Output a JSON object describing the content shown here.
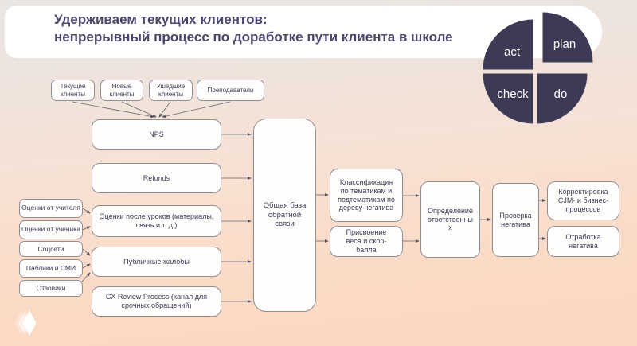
{
  "slide": {
    "title_line1": "Удерживаем текущих клиентов:",
    "title_line2": "непрерывный процесс по доработке пути клиента в школе"
  },
  "pdca": {
    "segments": [
      {
        "label": "act"
      },
      {
        "label": "plan"
      },
      {
        "label": "check"
      },
      {
        "label": "do"
      }
    ],
    "circle_color": "#3d3a56",
    "label_color": "#ffffff"
  },
  "nodes": {
    "audience_current": {
      "label": "Текущие клиенты"
    },
    "audience_new": {
      "label": "Новые клиенты"
    },
    "audience_churned": {
      "label": "Ушедшие клиенты"
    },
    "audience_teachers": {
      "label": "Преподаватели"
    },
    "nps": {
      "label": "NPS"
    },
    "refunds": {
      "label": "Refunds"
    },
    "lesson_scores": {
      "label": "Оценки после уроков (материалы, связь и т. д.)"
    },
    "public_complaints": {
      "label": "Публичные жалобы"
    },
    "cx_review": {
      "label": "CX Review Process (канал для срочных обращений)"
    },
    "teacher_scores": {
      "label": "Оценки от учителя"
    },
    "student_scores": {
      "label": "Оценки от ученика"
    },
    "social": {
      "label": "Соцсети"
    },
    "publics_media": {
      "label": "Паблики и СМИ"
    },
    "review_sites": {
      "label": "Отзовики"
    },
    "feedback_base": {
      "label": "Общая база обратной связи"
    },
    "classification": {
      "label": "Классификация по тематикам и подтематикам по дереву негатива"
    },
    "weighting": {
      "label": "Присвоение веса и скор-балла"
    },
    "owner_assignment": {
      "label": "Определение ответственных"
    },
    "negative_check": {
      "label": "Проверка негатива"
    },
    "cjm_correction": {
      "label": "Корректировка CJM- и бизнес-процессов"
    },
    "negative_handling": {
      "label": "Отработка негатива"
    }
  },
  "colors": {
    "background_top": "#e9e6e3",
    "background_bottom": "#fcd7c0",
    "band": "#ffffff",
    "box_border": "#8f8e95",
    "text": "#3c3a54",
    "title": "#4b4870",
    "line": "#66636f"
  }
}
